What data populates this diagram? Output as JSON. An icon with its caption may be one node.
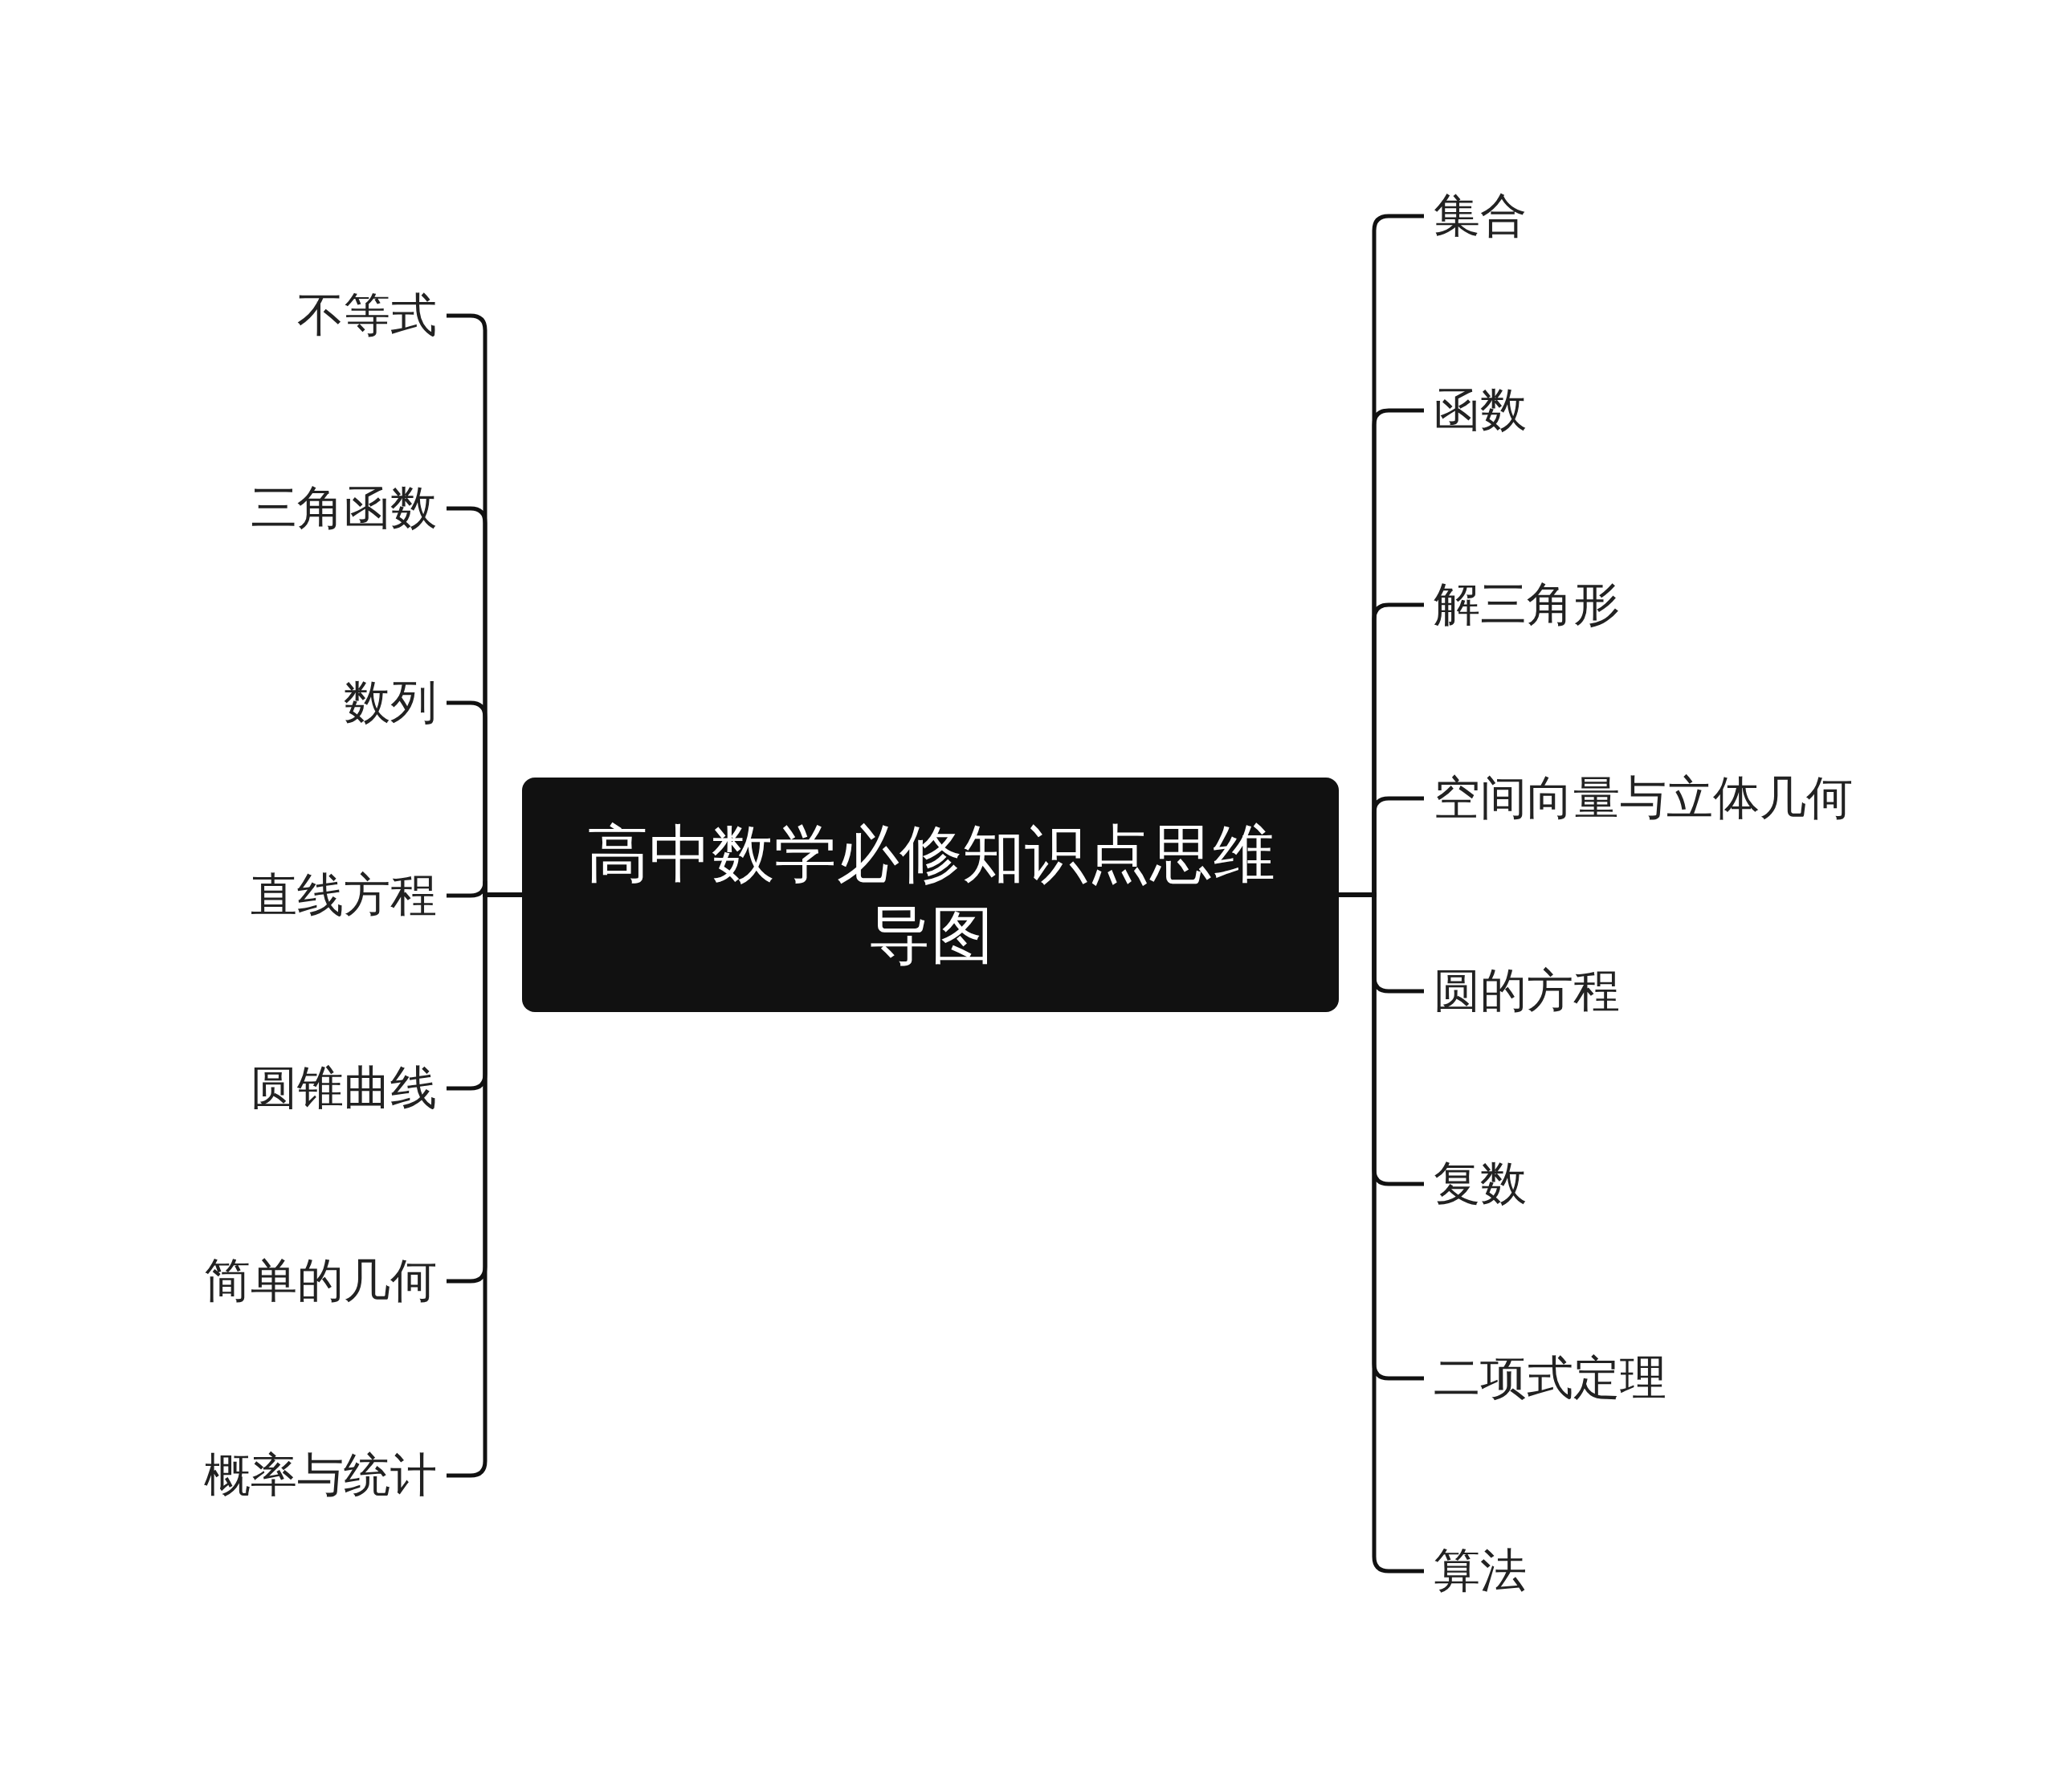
{
  "diagram": {
    "nodes": [
      {
        "text": [
          "高中数学必修知识点思维导图"
        ]
      },
      {
        "text": [
          "集合"
        ]
      },
      {
        "text": [
          "函数"
        ]
      },
      {
        "text": [
          "解三角形"
        ]
      },
      {
        "text": [
          "空间向量与立体几何"
        ]
      },
      {
        "text": [
          "圆的方程"
        ]
      },
      {
        "text": [
          "复数"
        ]
      },
      {
        "text": [
          "二项式定理"
        ]
      },
      {
        "text": [
          "算法"
        ]
      },
      {
        "text": [
          "不等式"
        ]
      },
      {
        "text": [
          "三角函数"
        ]
      },
      {
        "text": [
          "数列"
        ]
      },
      {
        "text": [
          "直线方程"
        ]
      },
      {
        "text": [
          "圆锥曲线"
        ]
      },
      {
        "text": [
          "简单的几何"
        ]
      },
      {
        "text": [
          "概率与统计"
        ]
      }
    ],
    "edges": [
      {
        "from": 0,
        "to": 1,
        "arrow": "none"
      },
      {
        "from": 0,
        "to": 2,
        "arrow": "none"
      },
      {
        "from": 0,
        "to": 3,
        "arrow": "none"
      },
      {
        "from": 0,
        "to": 4,
        "arrow": "none"
      },
      {
        "from": 0,
        "to": 5,
        "arrow": "none"
      },
      {
        "from": 0,
        "to": 6,
        "arrow": "none"
      },
      {
        "from": 0,
        "to": 7,
        "arrow": "none"
      },
      {
        "from": 0,
        "to": 8,
        "arrow": "none"
      },
      {
        "from": 0,
        "to": 9,
        "arrow": "none"
      },
      {
        "from": 0,
        "to": 10,
        "arrow": "none"
      },
      {
        "from": 0,
        "to": 11,
        "arrow": "none"
      },
      {
        "from": 0,
        "to": 12,
        "arrow": "none"
      },
      {
        "from": 0,
        "to": 13,
        "arrow": "none"
      },
      {
        "from": 0,
        "to": 14,
        "arrow": "none"
      },
      {
        "from": 0,
        "to": 15,
        "arrow": "none"
      }
    ]
  }
}
